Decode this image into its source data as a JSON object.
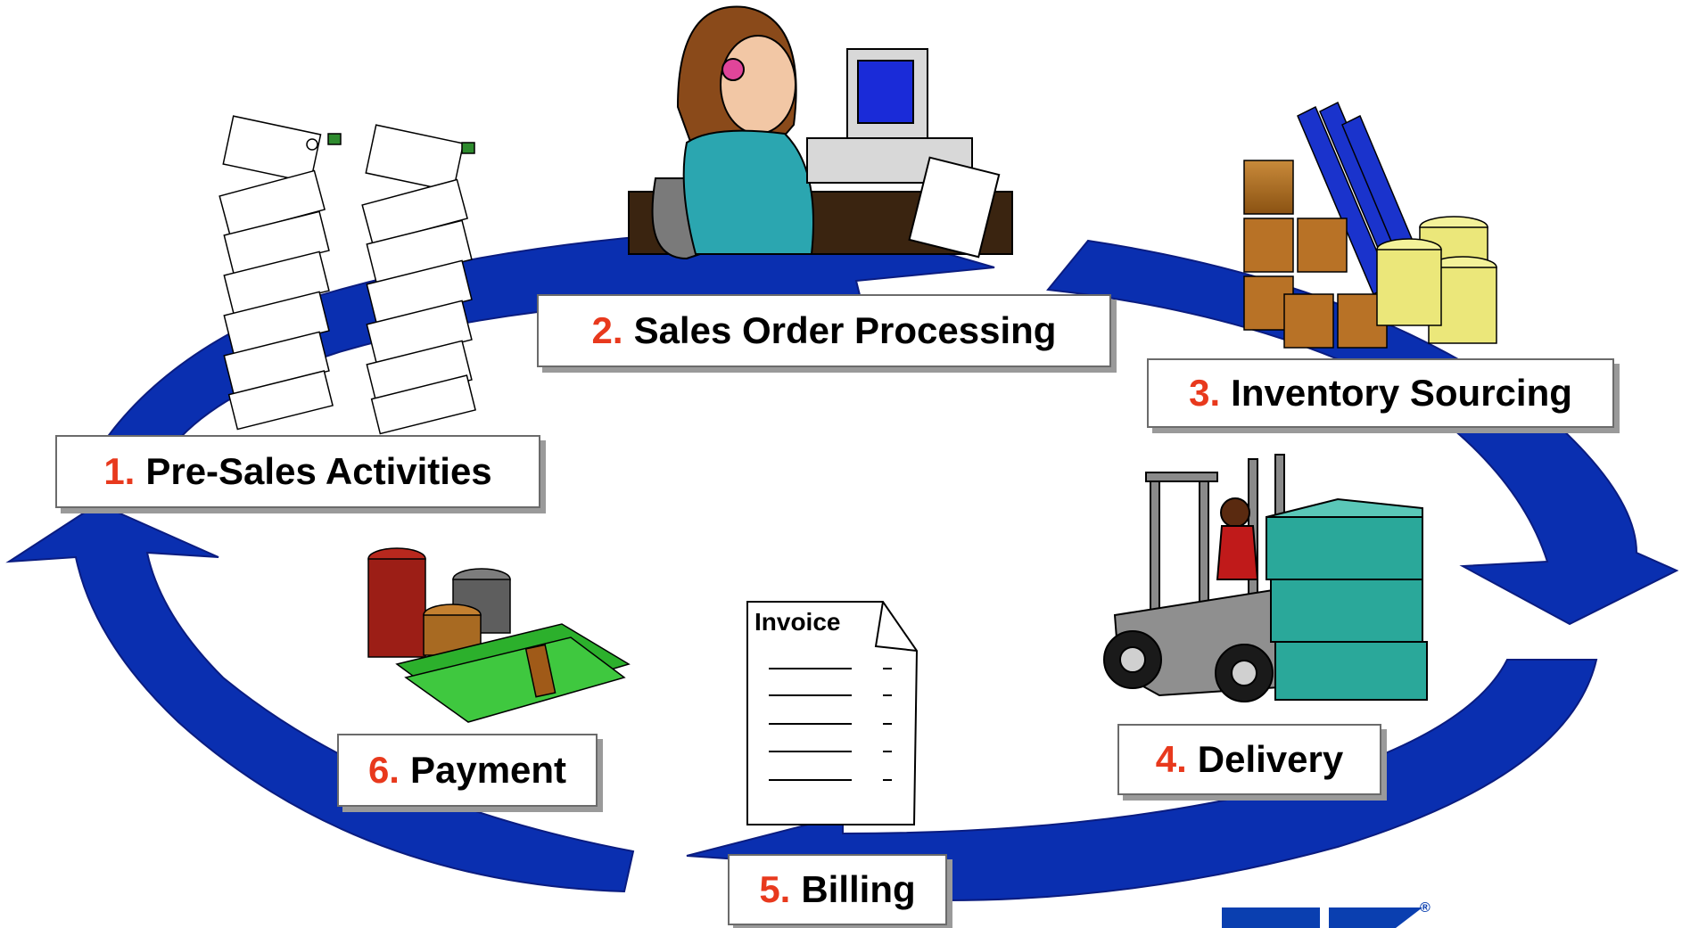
{
  "colors": {
    "arrow": "#0a2fb0",
    "step_number": "#e8391d",
    "logo": "#0a3fb0"
  },
  "steps": [
    {
      "number": "1.",
      "label": "Pre-Sales Activities",
      "icon": "envelope-stacks-icon"
    },
    {
      "number": "2.",
      "label": "Sales Order Processing",
      "icon": "operator-at-computer-icon"
    },
    {
      "number": "3.",
      "label": "Inventory Sourcing",
      "icon": "boxes-and-cylinders-icon"
    },
    {
      "number": "4.",
      "label": "Delivery",
      "icon": "forklift-icon"
    },
    {
      "number": "5.",
      "label": "Billing",
      "icon": "invoice-icon"
    },
    {
      "number": "6.",
      "label": "Payment",
      "icon": "coins-and-cash-icon"
    }
  ],
  "invoice": {
    "title": "Invoice"
  },
  "logo": {
    "mark": "®"
  }
}
